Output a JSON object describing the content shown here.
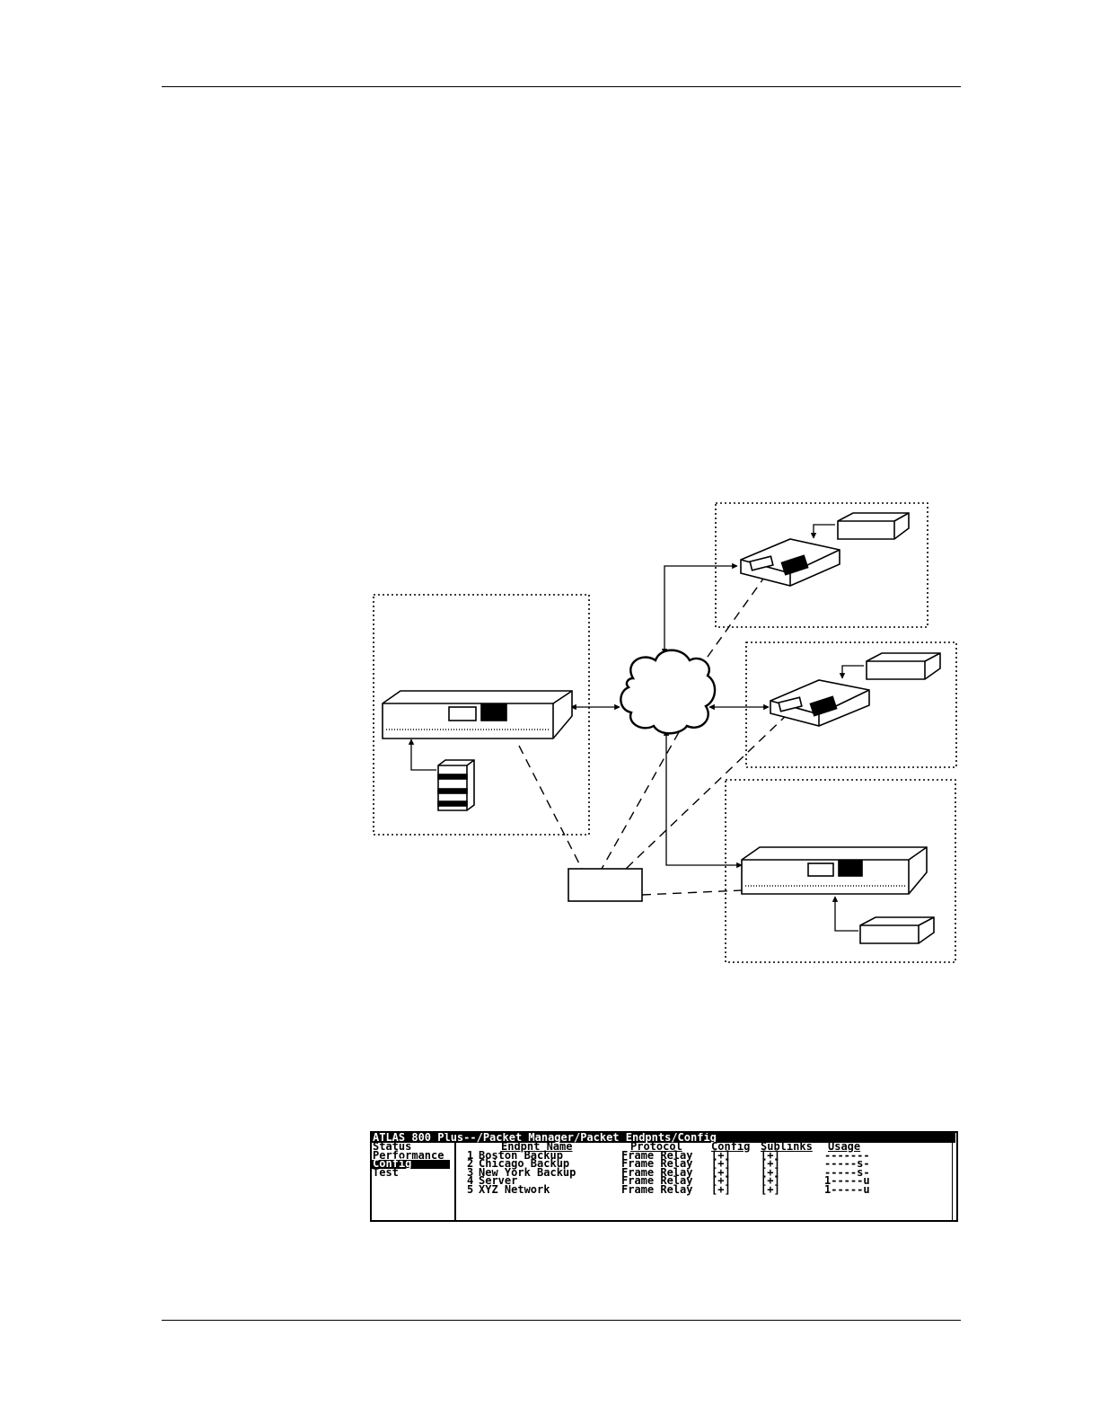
{
  "terminal": {
    "title": "ATLAS 800 Plus--/Packet Manager/Packet Endpnts/Config",
    "menu": [
      {
        "label": "Status",
        "selected": false
      },
      {
        "label": "Performance",
        "selected": false
      },
      {
        "label": "Config",
        "selected": true
      },
      {
        "label": "Test",
        "selected": false
      }
    ],
    "columns": {
      "name": "Endpnt Name",
      "protocol": "Protocol",
      "config": "Config",
      "sublinks": "Sublinks",
      "usage": "Usage"
    },
    "rows": [
      {
        "num": "1",
        "name": "Boston Backup",
        "protocol": "Frame Relay",
        "config": "[+]",
        "sublinks": "[+]",
        "usage": "-------"
      },
      {
        "num": "2",
        "name": "Chicago Backup",
        "protocol": "Frame Relay",
        "config": "[+]",
        "sublinks": "[+]",
        "usage": "-----s-"
      },
      {
        "num": "3",
        "name": "New York Backup",
        "protocol": "Frame Relay",
        "config": "[+]",
        "sublinks": "[+]",
        "usage": "-----s-"
      },
      {
        "num": "4",
        "name": "Server",
        "protocol": "Frame Relay",
        "config": "[+]",
        "sublinks": "[+]",
        "usage": "1-----u"
      },
      {
        "num": "5",
        "name": "XYZ Network",
        "protocol": "Frame Relay",
        "config": "[+]",
        "sublinks": "[+]",
        "usage": "1-----u"
      }
    ]
  }
}
